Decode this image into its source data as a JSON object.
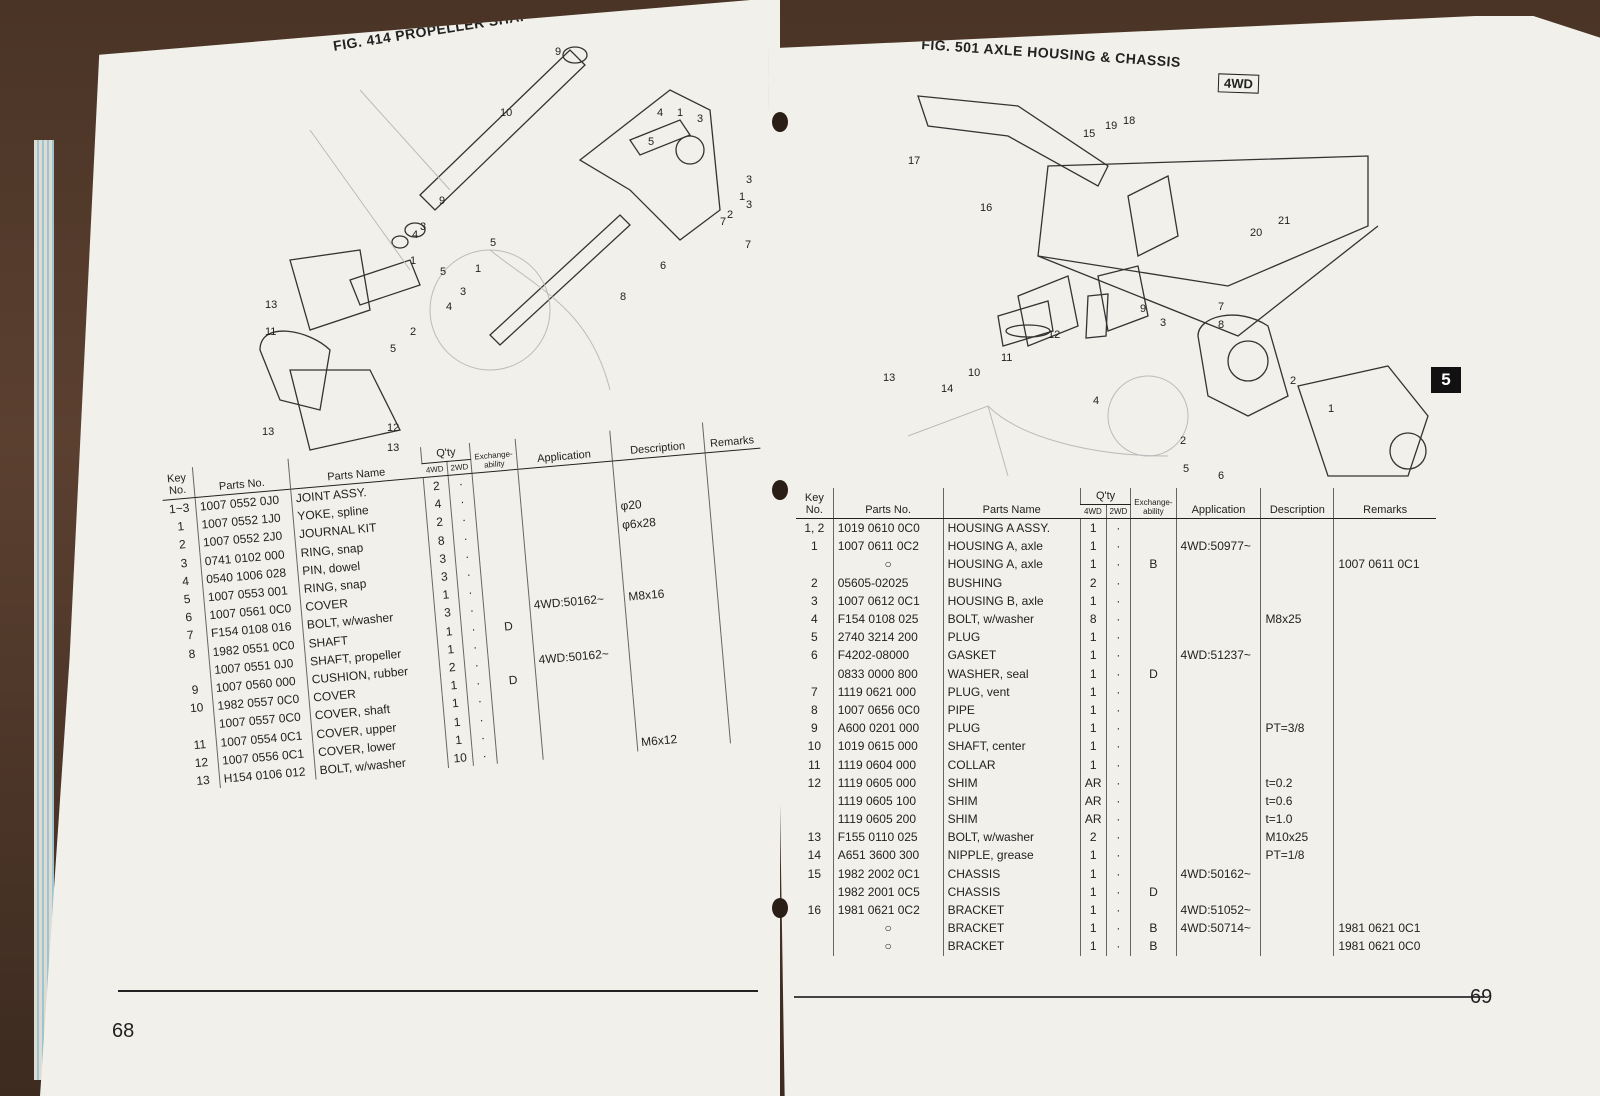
{
  "left_page": {
    "figure_title": "FIG. 414  PROPELLER SHAF",
    "page_number": "68",
    "callouts": [
      "9",
      "10",
      "4",
      "1",
      "3",
      "5",
      "3",
      "2",
      "3",
      "1",
      "7",
      "9",
      "3",
      "4",
      "5",
      "1",
      "7",
      "6",
      "8",
      "13",
      "11",
      "1",
      "3",
      "4",
      "5",
      "2",
      "5",
      "13",
      "12",
      "13"
    ],
    "headers": {
      "key_no": "Key No.",
      "parts_no": "Parts No.",
      "parts_name": "Parts Name",
      "qty": "Q'ty",
      "qty_4wd": "4WD",
      "qty_2wd": "2WD",
      "exchangeability": "Exchange-ability",
      "application": "Application",
      "description": "Description",
      "remarks": "Remarks"
    },
    "rows": [
      {
        "key": "1~3",
        "part": "1007 0552 0J0",
        "name": "JOINT ASSY.",
        "q4": "2",
        "q2": "·",
        "ex": "",
        "app": "",
        "desc": "",
        "rem": ""
      },
      {
        "key": "1",
        "part": "1007 0552 1J0",
        "name": "YOKE, spline",
        "q4": "4",
        "q2": "·",
        "ex": "",
        "app": "",
        "desc": "",
        "rem": ""
      },
      {
        "key": "2",
        "part": "1007 0552 2J0",
        "name": "JOURNAL KIT",
        "q4": "2",
        "q2": "·",
        "ex": "",
        "app": "",
        "desc": "φ20",
        "rem": ""
      },
      {
        "key": "3",
        "part": "0741 0102 000",
        "name": "RING, snap",
        "q4": "8",
        "q2": "·",
        "ex": "",
        "app": "",
        "desc": "φ6x28",
        "rem": ""
      },
      {
        "key": "4",
        "part": "0540 1006 028",
        "name": "PIN, dowel",
        "q4": "3",
        "q2": "·",
        "ex": "",
        "app": "",
        "desc": "",
        "rem": ""
      },
      {
        "key": "5",
        "part": "1007 0553 001",
        "name": "RING, snap",
        "q4": "3",
        "q2": "·",
        "ex": "",
        "app": "",
        "desc": "",
        "rem": ""
      },
      {
        "key": "6",
        "part": "1007 0561 0C0",
        "name": "COVER",
        "q4": "1",
        "q2": "·",
        "ex": "",
        "app": "",
        "desc": "",
        "rem": ""
      },
      {
        "key": "7",
        "part": "F154 0108 016",
        "name": "BOLT, w/washer",
        "q4": "3",
        "q2": "·",
        "ex": "",
        "app": "4WD:50162~",
        "desc": "M8x16",
        "rem": ""
      },
      {
        "key": "8",
        "part": "1982 0551 0C0",
        "name": "SHAFT",
        "q4": "1",
        "q2": "·",
        "ex": "D",
        "app": "",
        "desc": "",
        "rem": ""
      },
      {
        "key": "",
        "part": "1007 0551 0J0",
        "name": "SHAFT, propeller",
        "q4": "1",
        "q2": "·",
        "ex": "",
        "app": "",
        "desc": "",
        "rem": ""
      },
      {
        "key": "9",
        "part": "1007 0560 000",
        "name": "CUSHION, rubber",
        "q4": "2",
        "q2": "·",
        "ex": "",
        "app": "4WD:50162~",
        "desc": "",
        "rem": ""
      },
      {
        "key": "10",
        "part": "1982 0557 0C0",
        "name": "COVER",
        "q4": "1",
        "q2": "·",
        "ex": "D",
        "app": "",
        "desc": "",
        "rem": ""
      },
      {
        "key": "",
        "part": "1007 0557 0C0",
        "name": "COVER, shaft",
        "q4": "1",
        "q2": "·",
        "ex": "",
        "app": "",
        "desc": "",
        "rem": ""
      },
      {
        "key": "11",
        "part": "1007 0554 0C1",
        "name": "COVER, upper",
        "q4": "1",
        "q2": "·",
        "ex": "",
        "app": "",
        "desc": "",
        "rem": ""
      },
      {
        "key": "12",
        "part": "1007 0556 0C1",
        "name": "COVER, lower",
        "q4": "1",
        "q2": "·",
        "ex": "",
        "app": "",
        "desc": "",
        "rem": ""
      },
      {
        "key": "13",
        "part": "H154 0106 012",
        "name": "BOLT, w/washer",
        "q4": "10",
        "q2": "·",
        "ex": "",
        "app": "",
        "desc": "M6x12",
        "rem": ""
      }
    ]
  },
  "right_page": {
    "figure_title": "FIG. 501   AXLE HOUSING & CHASSIS",
    "badge": "4WD",
    "section_tab": "5",
    "page_number": "69",
    "callouts": [
      "17",
      "16",
      "19",
      "18",
      "15",
      "20",
      "21",
      "9",
      "12",
      "3",
      "7",
      "8",
      "13",
      "14",
      "10",
      "11",
      "2",
      "4",
      "1",
      "2",
      "5",
      "6"
    ],
    "headers": {
      "key_no": "Key No.",
      "parts_no": "Parts No.",
      "parts_name": "Parts Name",
      "qty": "Q'ty",
      "qty_4wd": "4WD",
      "qty_2wd": "2WD",
      "exchangeability": "Exchange-ability",
      "application": "Application",
      "description": "Description",
      "remarks": "Remarks"
    },
    "rows": [
      {
        "key": "1, 2",
        "part": "1019 0610 0C0",
        "name": "HOUSING A ASSY.",
        "q4": "1",
        "q2": "·",
        "ex": "",
        "app": "",
        "desc": "",
        "rem": ""
      },
      {
        "key": "1",
        "part": "1007 0611 0C2",
        "name": "HOUSING A, axle",
        "q4": "1",
        "q2": "·",
        "ex": "",
        "app": "4WD:50977~",
        "desc": "",
        "rem": ""
      },
      {
        "key": "",
        "part": "○",
        "name": "HOUSING A, axle",
        "q4": "1",
        "q2": "·",
        "ex": "B",
        "app": "",
        "desc": "",
        "rem": "1007 0611 0C1"
      },
      {
        "key": "2",
        "part": "05605-02025",
        "name": "BUSHING",
        "q4": "2",
        "q2": "·",
        "ex": "",
        "app": "",
        "desc": "",
        "rem": ""
      },
      {
        "key": "3",
        "part": "1007 0612 0C1",
        "name": "HOUSING B, axle",
        "q4": "1",
        "q2": "·",
        "ex": "",
        "app": "",
        "desc": "",
        "rem": ""
      },
      {
        "key": "4",
        "part": "F154 0108 025",
        "name": "BOLT, w/washer",
        "q4": "8",
        "q2": "·",
        "ex": "",
        "app": "",
        "desc": "M8x25",
        "rem": ""
      },
      {
        "key": "5",
        "part": "2740 3214 200",
        "name": "PLUG",
        "q4": "1",
        "q2": "·",
        "ex": "",
        "app": "",
        "desc": "",
        "rem": ""
      },
      {
        "key": "6",
        "part": "F4202-08000",
        "name": "GASKET",
        "q4": "1",
        "q2": "·",
        "ex": "",
        "app": "4WD:51237~",
        "desc": "",
        "rem": ""
      },
      {
        "key": "",
        "part": "0833 0000 800",
        "name": "WASHER, seal",
        "q4": "1",
        "q2": "·",
        "ex": "D",
        "app": "",
        "desc": "",
        "rem": ""
      },
      {
        "key": "7",
        "part": "1119 0621 000",
        "name": "PLUG, vent",
        "q4": "1",
        "q2": "·",
        "ex": "",
        "app": "",
        "desc": "",
        "rem": ""
      },
      {
        "key": "8",
        "part": "1007 0656 0C0",
        "name": "PIPE",
        "q4": "1",
        "q2": "·",
        "ex": "",
        "app": "",
        "desc": "",
        "rem": ""
      },
      {
        "key": "9",
        "part": "A600 0201 000",
        "name": "PLUG",
        "q4": "1",
        "q2": "·",
        "ex": "",
        "app": "",
        "desc": "PT=3/8",
        "rem": ""
      },
      {
        "key": "10",
        "part": "1019 0615 000",
        "name": "SHAFT, center",
        "q4": "1",
        "q2": "·",
        "ex": "",
        "app": "",
        "desc": "",
        "rem": ""
      },
      {
        "key": "11",
        "part": "1119 0604 000",
        "name": "COLLAR",
        "q4": "1",
        "q2": "·",
        "ex": "",
        "app": "",
        "desc": "",
        "rem": ""
      },
      {
        "key": "12",
        "part": "1119 0605 000",
        "name": "SHIM",
        "q4": "AR",
        "q2": "·",
        "ex": "",
        "app": "",
        "desc": "t=0.2",
        "rem": ""
      },
      {
        "key": "",
        "part": "1119 0605 100",
        "name": "SHIM",
        "q4": "AR",
        "q2": "·",
        "ex": "",
        "app": "",
        "desc": "t=0.6",
        "rem": ""
      },
      {
        "key": "",
        "part": "1119 0605 200",
        "name": "SHIM",
        "q4": "AR",
        "q2": "·",
        "ex": "",
        "app": "",
        "desc": "t=1.0",
        "rem": ""
      },
      {
        "key": "13",
        "part": "F155 0110 025",
        "name": "BOLT, w/washer",
        "q4": "2",
        "q2": "·",
        "ex": "",
        "app": "",
        "desc": "M10x25",
        "rem": ""
      },
      {
        "key": "14",
        "part": "A651 3600 300",
        "name": "NIPPLE, grease",
        "q4": "1",
        "q2": "·",
        "ex": "",
        "app": "",
        "desc": "PT=1/8",
        "rem": ""
      },
      {
        "key": "15",
        "part": "1982 2002 0C1",
        "name": "CHASSIS",
        "q4": "1",
        "q2": "·",
        "ex": "",
        "app": "4WD:50162~",
        "desc": "",
        "rem": ""
      },
      {
        "key": "",
        "part": "1982 2001 0C5",
        "name": "CHASSIS",
        "q4": "1",
        "q2": "·",
        "ex": "D",
        "app": "",
        "desc": "",
        "rem": ""
      },
      {
        "key": "16",
        "part": "1981 0621 0C2",
        "name": "BRACKET",
        "q4": "1",
        "q2": "·",
        "ex": "",
        "app": "4WD:51052~",
        "desc": "",
        "rem": ""
      },
      {
        "key": "",
        "part": "○",
        "name": "BRACKET",
        "q4": "1",
        "q2": "·",
        "ex": "B",
        "app": "4WD:50714~",
        "desc": "",
        "rem": "1981 0621 0C1"
      },
      {
        "key": "",
        "part": "○",
        "name": "BRACKET",
        "q4": "1",
        "q2": "·",
        "ex": "B",
        "app": "",
        "desc": "",
        "rem": "1981 0621 0C0"
      }
    ]
  }
}
